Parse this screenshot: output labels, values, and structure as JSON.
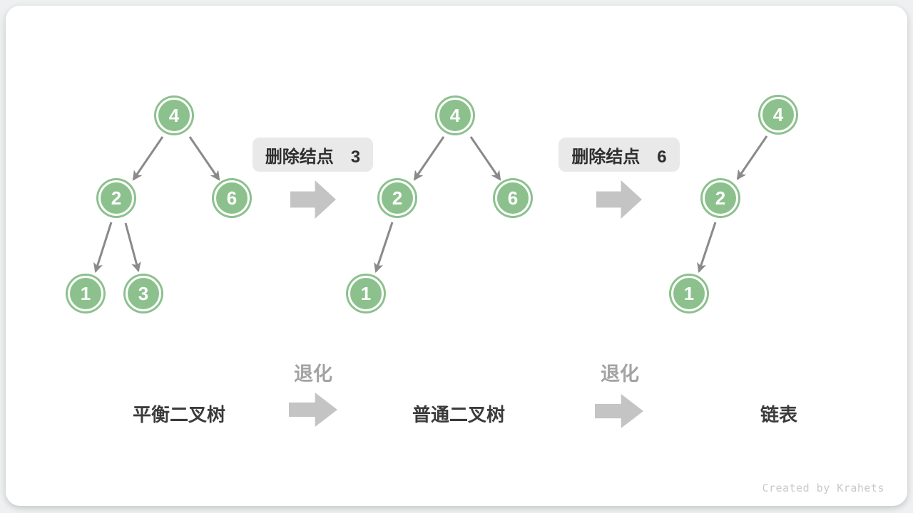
{
  "watermark": "Created by Krahets",
  "colors": {
    "node_green": "#8cc18d",
    "edge_gray": "#8a8a8a",
    "block_arrow_gray": "#c4c4c4",
    "badge_bg": "#e9e9e9",
    "badge_text": "#2f2f2f",
    "degrade_text": "#a3a3a3",
    "stage_text": "#3b3b3b"
  },
  "steps": [
    {
      "badge": "删除结点　3"
    },
    {
      "badge": "删除结点　6"
    }
  ],
  "degrade": {
    "label_1": "退化",
    "label_2": "退化"
  },
  "trees": [
    {
      "label": "平衡二叉树",
      "nodes": [
        {
          "v": "4"
        },
        {
          "v": "2"
        },
        {
          "v": "6"
        },
        {
          "v": "1"
        },
        {
          "v": "3"
        }
      ],
      "edges": [
        [
          "4",
          "2"
        ],
        [
          "4",
          "6"
        ],
        [
          "2",
          "1"
        ],
        [
          "2",
          "3"
        ]
      ]
    },
    {
      "label": "普通二叉树",
      "nodes": [
        {
          "v": "4"
        },
        {
          "v": "2"
        },
        {
          "v": "6"
        },
        {
          "v": "1"
        }
      ],
      "edges": [
        [
          "4",
          "2"
        ],
        [
          "4",
          "6"
        ],
        [
          "2",
          "1"
        ]
      ]
    },
    {
      "label": "链表",
      "nodes": [
        {
          "v": "4"
        },
        {
          "v": "2"
        },
        {
          "v": "1"
        }
      ],
      "edges": [
        [
          "4",
          "2"
        ],
        [
          "2",
          "1"
        ]
      ]
    }
  ]
}
